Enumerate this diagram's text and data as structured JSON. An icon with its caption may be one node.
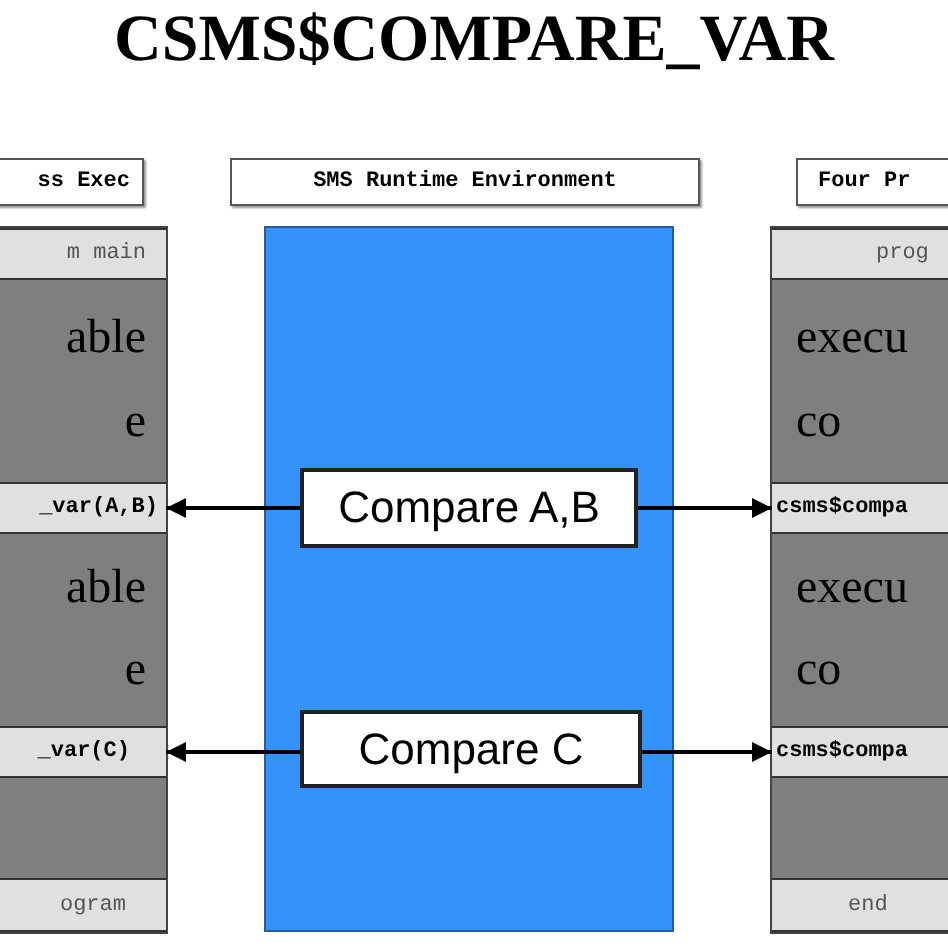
{
  "diagram": {
    "title": "CSMS$COMPARE_VAR",
    "nodes": [
      {
        "text": [
          "ss Exec"
        ]
      },
      {
        "text": [
          "SMS Runtime Environment"
        ]
      },
      {
        "text": [
          "Four Pr"
        ]
      },
      {
        "text": [],
        "shape": "box"
      },
      {
        "text": [
          "m main"
        ],
        "in": 3
      },
      {
        "text": [
          "able",
          "e"
        ],
        "in": 3
      },
      {
        "text": [
          "_var(A,B)"
        ],
        "in": 3
      },
      {
        "text": [
          "able",
          "e"
        ],
        "in": 3
      },
      {
        "text": [
          "_var(C)"
        ],
        "in": 3
      },
      {
        "text": [],
        "shape": "box",
        "in": 3
      },
      {
        "text": [
          "ogram"
        ],
        "in": 3
      },
      {
        "text": [],
        "shape": "box"
      },
      {
        "text": [
          "Compare A,B"
        ],
        "in": 11
      },
      {
        "text": [
          "Compare C"
        ],
        "in": 11
      },
      {
        "text": [],
        "shape": "box"
      },
      {
        "text": [
          "prog"
        ],
        "in": 14
      },
      {
        "text": [
          "execu",
          "co"
        ],
        "in": 14
      },
      {
        "text": [
          "csms$compa"
        ],
        "in": 14
      },
      {
        "text": [
          "execu",
          "co"
        ],
        "in": 14
      },
      {
        "text": [
          "csms$compa"
        ],
        "in": 14
      },
      {
        "text": [],
        "shape": "box",
        "in": 14
      },
      {
        "text": [
          "end"
        ],
        "in": 14
      }
    ],
    "edges": [
      {
        "from": 12,
        "to": 6,
        "arrow": "to"
      },
      {
        "from": 12,
        "to": 17,
        "arrow": "to"
      },
      {
        "from": 13,
        "to": 8,
        "arrow": "to"
      },
      {
        "from": 13,
        "to": 19,
        "arrow": "to"
      }
    ]
  }
}
